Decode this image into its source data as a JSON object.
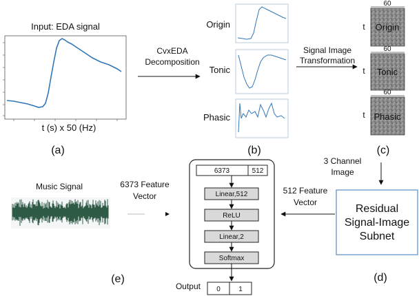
{
  "panel_a": {
    "title": "Input: EDA signal",
    "xlabel": "t (s) x 50 (Hz)",
    "caption": "(a)"
  },
  "panel_b": {
    "decomposition_label_1": "CvxEDA",
    "decomposition_label_2": "Decomposition",
    "origin_label": "Origin",
    "tonic_label": "Tonic",
    "phasic_label": "Phasic",
    "caption": "(b)"
  },
  "panel_c": {
    "transform_label_1": "Signal Image",
    "transform_label_2": "Transformation",
    "width_label": "60",
    "height_label": "t",
    "images": [
      "Origin",
      "Tonic",
      "Phasic"
    ],
    "caption": "(c)"
  },
  "panel_d": {
    "input_label_1": "3 Channel",
    "input_label_2": "Image",
    "subnet_line_1": "Residual",
    "subnet_line_2": "Signal-Image",
    "subnet_line_3": "Subnet",
    "feature_label_1": "512 Feature",
    "feature_label_2": "Vector",
    "caption": "(d)"
  },
  "panel_e": {
    "music_label": "Music Signal",
    "feature_label_1": "6373 Feature",
    "feature_label_2": "Vector",
    "caption": "(e)"
  },
  "network": {
    "concat_left": "6373",
    "concat_right": "512",
    "layers": [
      "Linear,512",
      "ReLU",
      "Linear,2",
      "Softmax"
    ],
    "output_label": "Output",
    "output_values": [
      "0",
      "1"
    ]
  },
  "colors": {
    "signal": "#2f76b7",
    "music_wave": "#2e5a46",
    "subnet_border": "#7aa3cf",
    "layer_fill": "#d9d9d9"
  }
}
